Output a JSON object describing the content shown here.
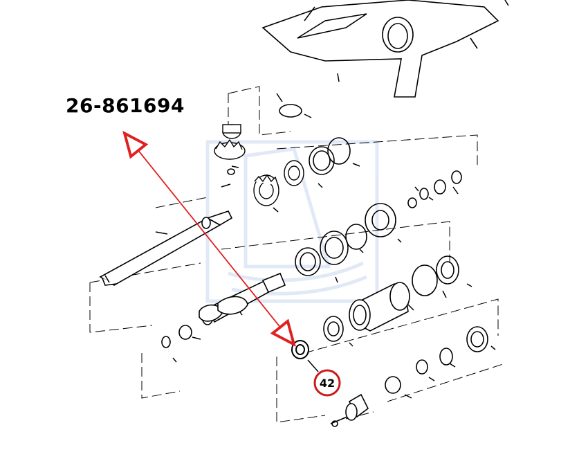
{
  "diagram": {
    "part_number": "26-861694",
    "callout_number": "42"
  },
  "colors": {
    "line": "#000000",
    "accent": "#e02020",
    "callout_circle": "#cc1a1a",
    "watermark": "#c9d8f2"
  },
  "icons": {
    "watermark": "sailboat-logo-watermark"
  }
}
